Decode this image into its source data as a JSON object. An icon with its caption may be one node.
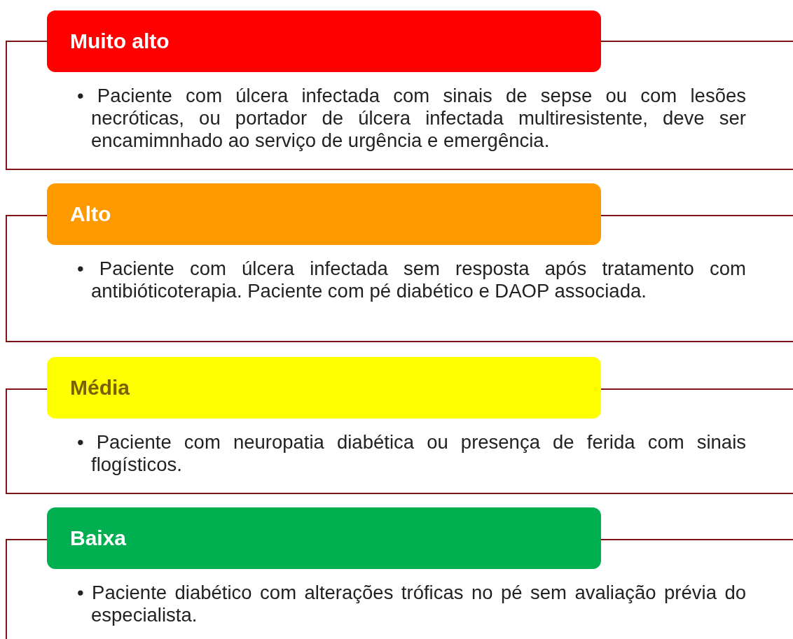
{
  "diagram": {
    "nodes": [
      {
        "text": [
          "Muito alto"
        ]
      },
      {
        "text": [
          "• Paciente com úlcera infectada com sinais de sepse ou com lesões necróticas, ou portador de úlcera infectada multiresistente, deve ser encamimnhado ao serviço de urgência e emergência."
        ]
      },
      {
        "text": [
          "Alto"
        ]
      },
      {
        "text": [
          "• Paciente com úlcera infectada sem resposta após tratamento com antibióticoterapia. Paciente com pé diabético e DAOP associada."
        ]
      },
      {
        "text": [
          "Média"
        ]
      },
      {
        "text": [
          "• Paciente com neuropatia diabética ou presença de ferida com sinais flogísticos."
        ]
      },
      {
        "text": [
          "Baixa"
        ]
      },
      {
        "text": [
          "• Paciente diabético com alterações tróficas no pé sem avaliação prévia do especialista."
        ]
      }
    ]
  }
}
